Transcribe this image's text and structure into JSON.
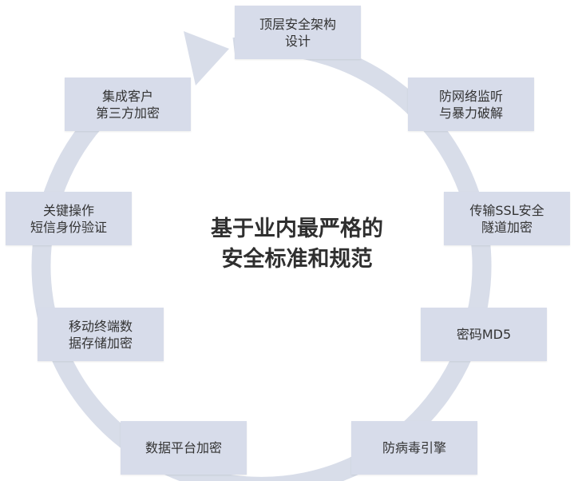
{
  "center": {
    "title": "基于业内最严格的\n安全标准和规范"
  },
  "ring": {
    "color": "#d8dde9",
    "box_color": "#d7dcea"
  },
  "items": [
    {
      "label": "顶层安全架构\n设计"
    },
    {
      "label": "防网络监听\n与暴力破解"
    },
    {
      "label": "传输SSL安全\n隧道加密"
    },
    {
      "label": "密码MD5"
    },
    {
      "label": "防病毒引擎"
    },
    {
      "label": "数据平台加密"
    },
    {
      "label": "移动终端数\n据存储加密"
    },
    {
      "label": "关键操作\n短信身份验证"
    },
    {
      "label": "集成客户\n第三方加密"
    }
  ]
}
